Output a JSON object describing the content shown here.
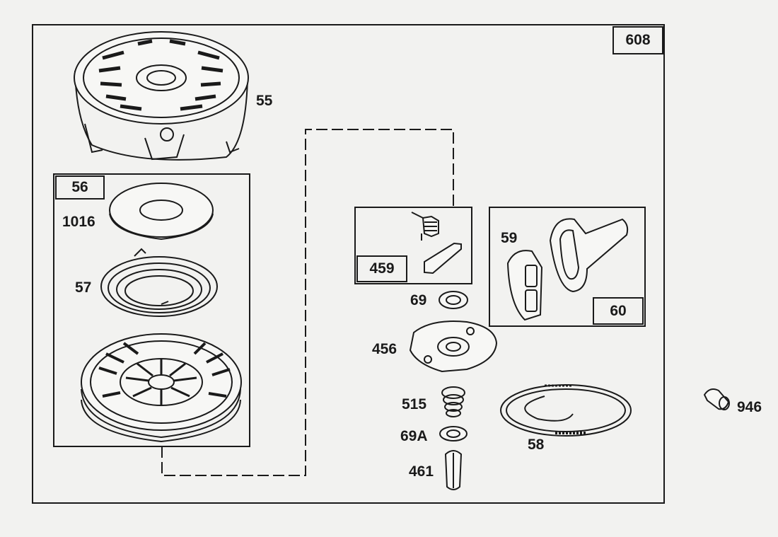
{
  "callouts": {
    "p608": "608",
    "p55": "55",
    "p56": "56",
    "p1016": "1016",
    "p57": "57",
    "p459": "459",
    "p59": "59",
    "p60": "60",
    "p69": "69",
    "p456": "456",
    "p515": "515",
    "p69a": "69A",
    "p461": "461",
    "p58": "58",
    "p946": "946"
  },
  "colors": {
    "ink": "#1a1a1a",
    "paper": "#f2f2f0"
  }
}
